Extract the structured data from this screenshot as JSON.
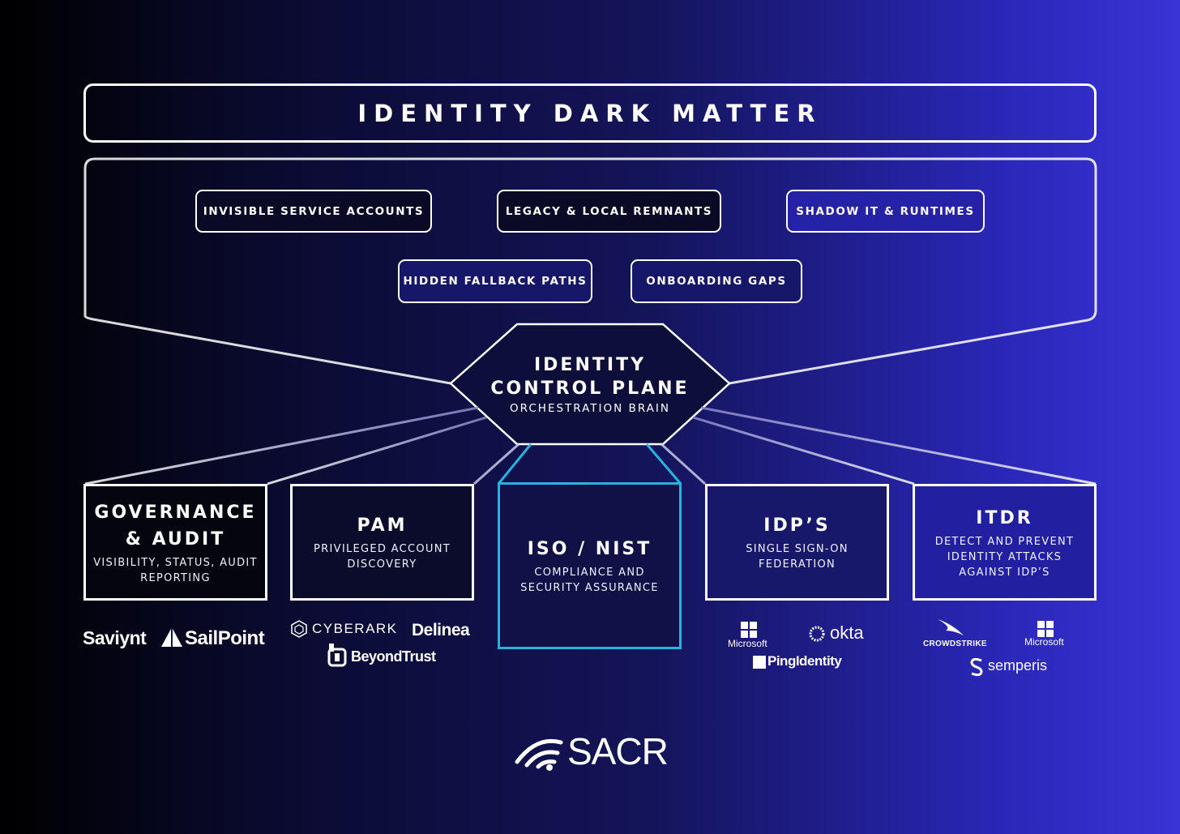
{
  "title": "IDENTITY DARK MATTER",
  "dark_matter_items": [
    "INVISIBLE SERVICE ACCOUNTS",
    "LEGACY & LOCAL REMNANTS",
    "SHADOW IT & RUNTIMES",
    "HIDDEN FALLBACK PATHS",
    "ONBOARDING GAPS"
  ],
  "control_plane": {
    "title_line1": "IDENTITY",
    "title_line2": "CONTROL PLANE",
    "subtitle": "ORCHESTRATION BRAIN"
  },
  "categories": [
    {
      "title_line1": "GOVERNANCE",
      "title_line2": "& AUDIT",
      "sub_line1": "VISIBILITY, STATUS, AUDIT",
      "sub_line2": "REPORTING"
    },
    {
      "title_line1": "PAM",
      "sub_line1": "PRIVILEGED ACCOUNT",
      "sub_line2": "DISCOVERY"
    },
    {
      "title_line1": "ISO / NIST",
      "sub_line1": "COMPLIANCE AND",
      "sub_line2": "SECURITY ASSURANCE"
    },
    {
      "title_line1": "IDP’S",
      "sub_line1": "SINGLE SIGN-ON",
      "sub_line2": "FEDERATION"
    },
    {
      "title_line1": "ITDR",
      "sub_line1": "DETECT AND PREVENT",
      "sub_line2": "IDENTITY ATTACKS",
      "sub_line3": "AGAINST IDP’S"
    }
  ],
  "vendors": {
    "governance": [
      "Saviynt",
      "SailPoint"
    ],
    "pam": [
      "CYBERARK",
      "Delinea",
      "BeyondTrust"
    ],
    "idp": [
      "Microsoft",
      "okta",
      "PingIdentity"
    ],
    "itdr": [
      "CROWDSTRIKE",
      "Microsoft",
      "semperis"
    ]
  },
  "brand": "SACR",
  "colors": {
    "accent_cyan": "#25b5dc",
    "line": "#ffffff"
  }
}
